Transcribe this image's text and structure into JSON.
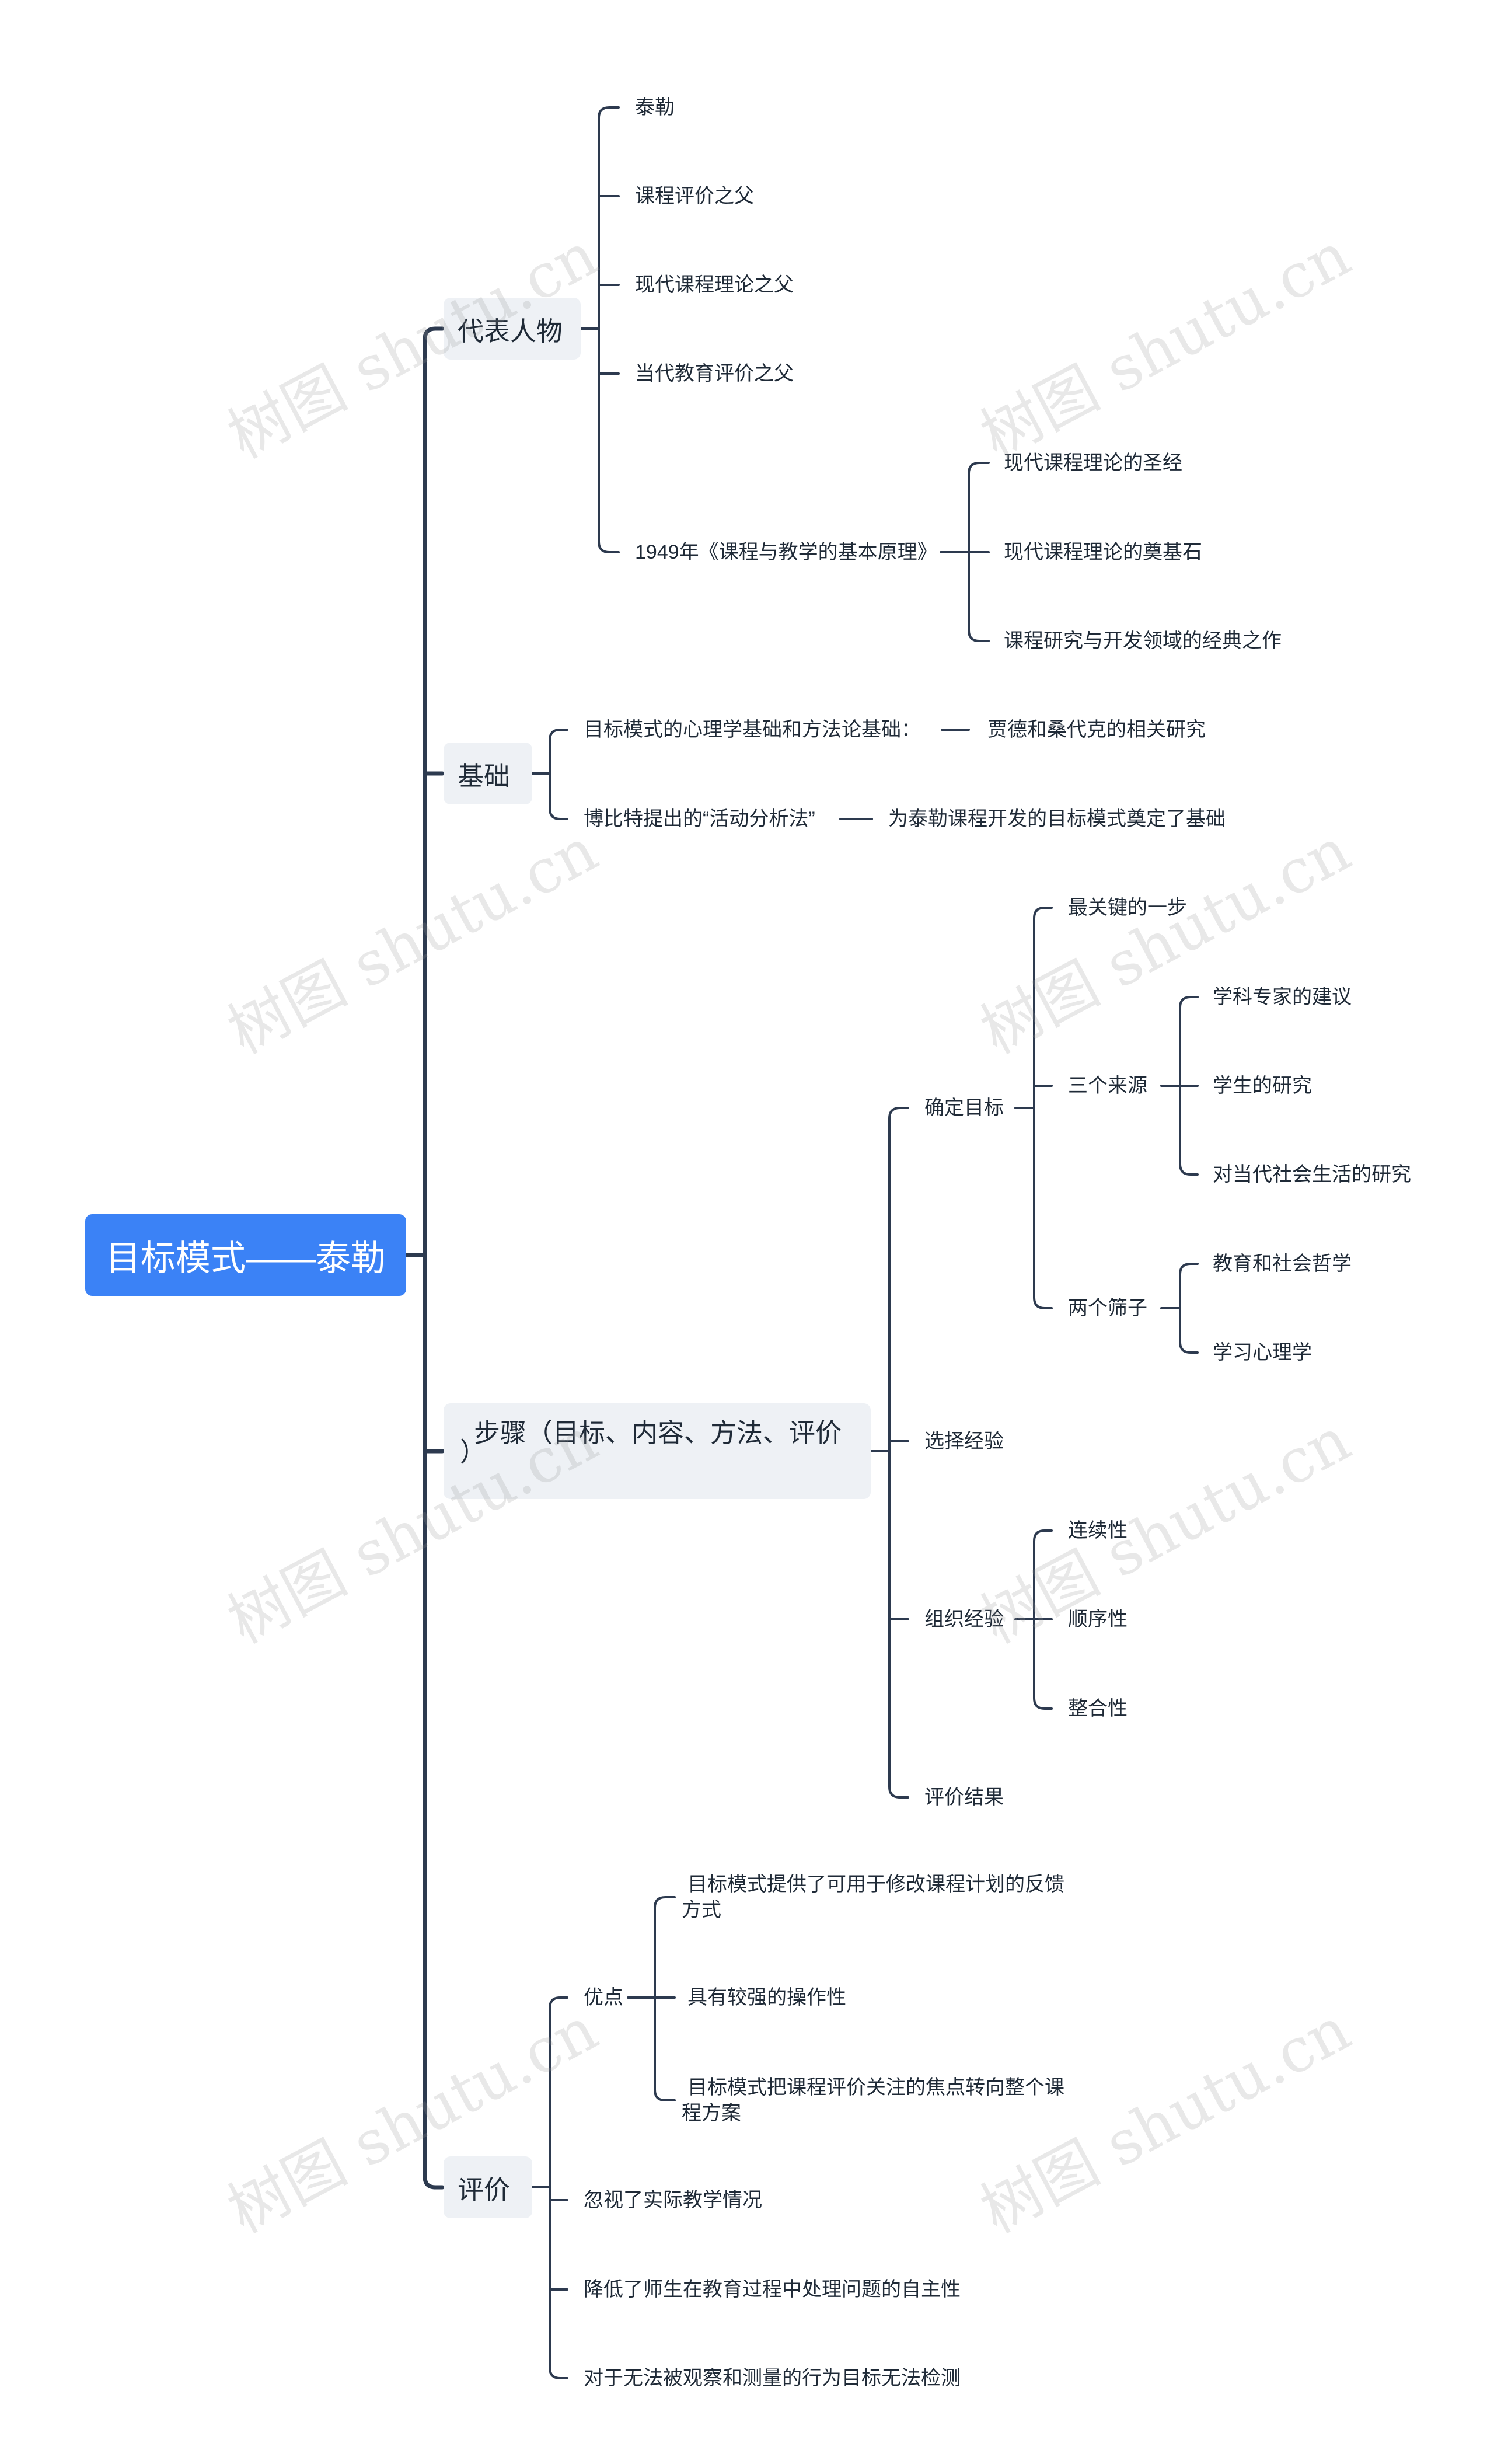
{
  "root": "目标模式——泰勒",
  "branches": {
    "b1": {
      "label": "代表人物",
      "items": [
        "泰勒",
        "课程评价之父",
        "现代课程理论之父",
        "当代教育评价之父",
        "1949年《课程与教学的基本原理》"
      ],
      "book_children": [
        "现代课程理论的圣经",
        "现代课程理论的奠基石",
        "课程研究与开发领域的经典之作"
      ]
    },
    "b2": {
      "label": "基础",
      "items": [
        "目标模式的心理学基础和方法论基础：",
        "博比特提出的“活动分析法”"
      ],
      "results": [
        "贾德和桑代克的相关研究",
        "为泰勒课程开发的目标模式奠定了基础"
      ]
    },
    "b3": {
      "label_line1": "步骤（目标、内容、方法、评价",
      "label_line2": "）",
      "items": [
        "确定目标",
        "选择经验",
        "组织经验",
        "评价结果"
      ],
      "goal_children": [
        "最关键的一步",
        "三个来源",
        "两个筛子"
      ],
      "sources": [
        "学科专家的建议",
        "学生的研究",
        "对当代社会生活的研究"
      ],
      "filters": [
        "教育和社会哲学",
        "学习心理学"
      ],
      "organize": [
        "连续性",
        "顺序性",
        "整合性"
      ]
    },
    "b4": {
      "label": "评价",
      "items": [
        "优点",
        "忽视了实际教学情况",
        "降低了师生在教育过程中处理问题的自主性",
        "对于无法被观察和测量的行为目标无法检测"
      ],
      "advantages": [
        {
          "line1": "目标模式提供了可用于修改课程计划的反馈",
          "line2": "方式"
        },
        {
          "line1": "具有较强的操作性",
          "line2": ""
        },
        {
          "line1": "目标模式把课程评价关注的焦点转向整个课",
          "line2": "程方案"
        }
      ]
    }
  },
  "watermark": "树图 shutu.cn",
  "colors": {
    "root_fill": "#3b82f6",
    "branch_fill": "#eef1f5",
    "line": "#2d3a4f",
    "text": "#1f2a37"
  }
}
